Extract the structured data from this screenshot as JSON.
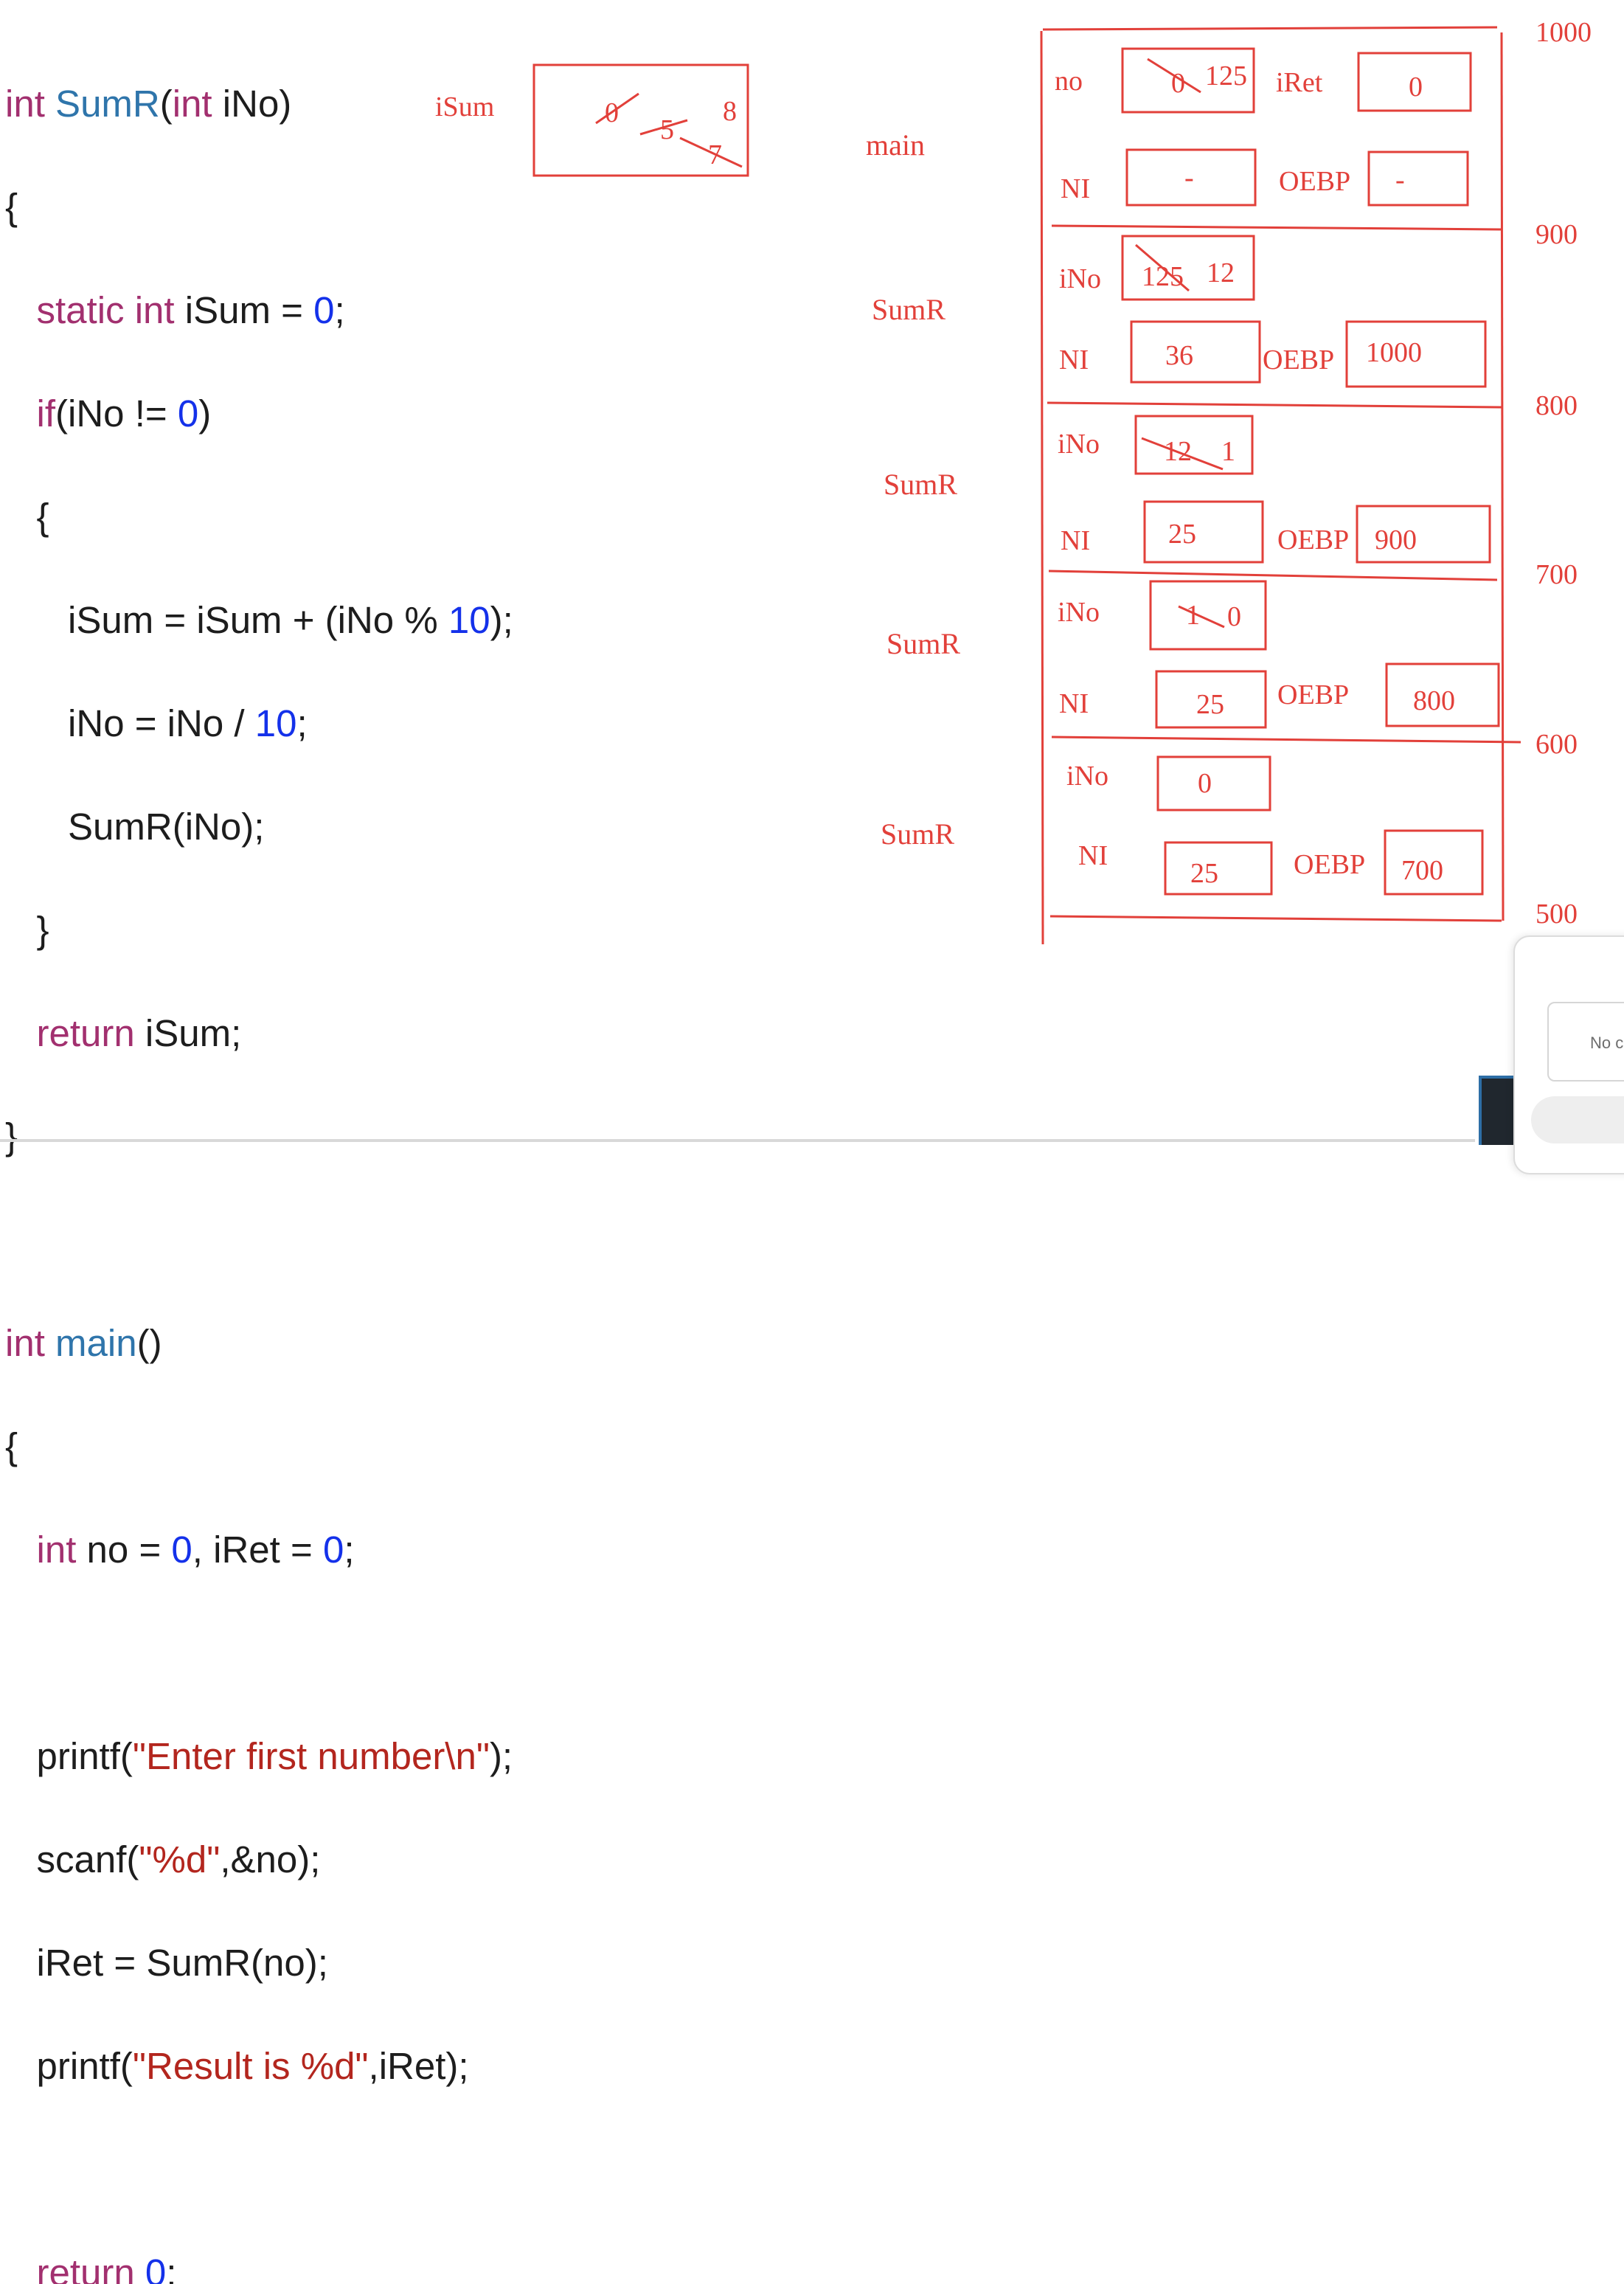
{
  "code": {
    "sumr_sig": {
      "kw": "int",
      "fn": "SumR",
      "paren": "(",
      "param_kw": "int",
      "rest": " iNo)"
    },
    "brace_open": "{",
    "static_line": {
      "kw": "static int",
      "rest": " iSum = ",
      "num": "0",
      "end": ";"
    },
    "if_line": {
      "kw": "if",
      "rest": "(iNo != ",
      "num": "0",
      "end": ")"
    },
    "inner_brace_open": "{",
    "isum_line": {
      "rest": "iSum = iSum + (iNo % ",
      "num": "10",
      "end": ");"
    },
    "ino_line": {
      "rest": "iNo = iNo / ",
      "num": "10",
      "end": ";"
    },
    "recurse_line": "SumR(iNo);",
    "inner_brace_close": "}",
    "return_line": {
      "kw": "return",
      "rest": " iSum;"
    },
    "brace_close": "}",
    "main_sig": {
      "kw": "int",
      "fn": "main",
      "rest": "()"
    },
    "main_brace_open": "{",
    "decl_line": {
      "kw": "int",
      "a": " no = ",
      "n1": "0",
      "b": ", iRet = ",
      "n2": "0",
      "end": ";"
    },
    "printf1": {
      "pre": "printf(",
      "str": "\"Enter first number\\n\"",
      "end": ");"
    },
    "scanf": {
      "pre": "scanf(",
      "str": "\"%d\"",
      "end": ",&no);"
    },
    "assign": "iRet = SumR(no);",
    "printf2": {
      "pre": "printf(",
      "str": "\"Result is %d\"",
      "end": ",iRet);"
    },
    "return0": {
      "kw": "return",
      "rest": " ",
      "num": "0",
      "end": ";"
    }
  },
  "static_var": {
    "label": "iSum",
    "history": [
      "0",
      "5",
      "7",
      "8"
    ]
  },
  "stack": {
    "addresses": [
      "1000",
      "900",
      "800",
      "700",
      "600",
      "500"
    ],
    "frames": [
      {
        "name": "main",
        "row1": {
          "label": "no",
          "old": "0",
          "value": "125",
          "label2": "iRet",
          "value2": "0"
        },
        "row2": {
          "label": "NI",
          "value": "-",
          "label2": "OEBP",
          "value2": "-"
        }
      },
      {
        "name": "SumR",
        "row1": {
          "label": "iNo",
          "old": "125",
          "value": "12"
        },
        "row2": {
          "label": "NI",
          "value": "36",
          "label2": "OEBP",
          "value2": "1000"
        }
      },
      {
        "name": "SumR",
        "row1": {
          "label": "iNo",
          "old": "12",
          "value": "1"
        },
        "row2": {
          "label": "NI",
          "value": "25",
          "label2": "OEBP",
          "value2": "900"
        }
      },
      {
        "name": "SumR",
        "row1": {
          "label": "iNo",
          "old": "1",
          "value": "0"
        },
        "row2": {
          "label": "NI",
          "value": "25",
          "label2": "OEBP",
          "value2": "800"
        }
      },
      {
        "name": "SumR",
        "row1": {
          "label": "iNo",
          "value": "0"
        },
        "row2": {
          "label": "NI",
          "value": "25",
          "label2": "OEBP",
          "value2": "700"
        }
      }
    ]
  },
  "popup": {
    "field_text": "No c"
  },
  "colors": {
    "ink": "#e2403a",
    "keyword": "#a2306f",
    "function": "#2f75ab",
    "number": "#1431ea",
    "string": "#b3261e"
  }
}
